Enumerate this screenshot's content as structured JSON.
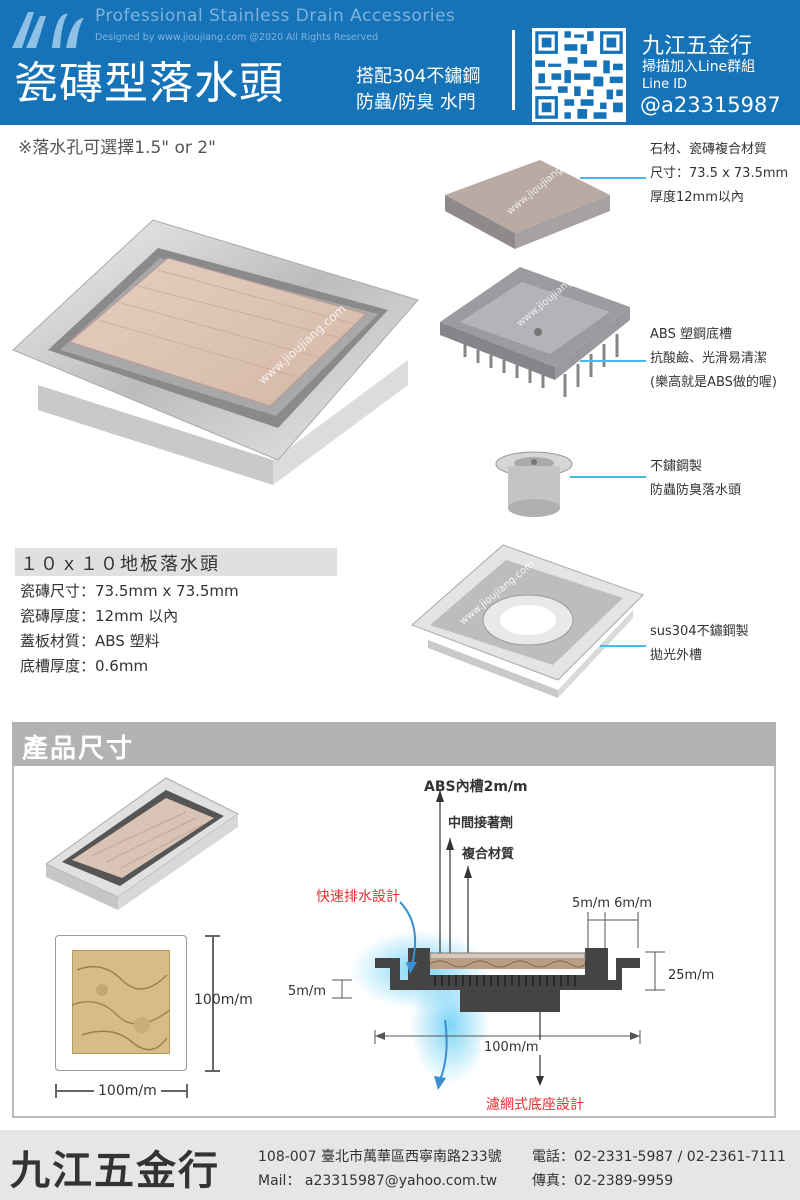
{
  "header": {
    "tagline": "Professional Stainless Drain Accessories",
    "credit": "Designed by www.jioujiang.com @2020  All Rights Reserved",
    "title": "瓷磚型落水頭",
    "subtitle_1": "搭配304不鏽鋼",
    "subtitle_2": "防蟲/防臭 水門",
    "shop_name": "九江五金行",
    "line_join": "掃描加入Line群組",
    "line_id_label": "Line ID",
    "line_id": "@a23315987"
  },
  "note": "※落水孔可選擇1.5\" or 2\"",
  "watermark": "www.jioujiang.com",
  "components": [
    {
      "lines": [
        "石材、瓷磚複合材質",
        "尺寸：73.5 x 73.5mm",
        "厚度12mm以內"
      ]
    },
    {
      "lines": [
        "ABS 塑鋼底槽",
        "抗酸鹼、光滑易清潔",
        "(樂高就是ABS做的喔)"
      ]
    },
    {
      "lines": [
        "不鏽鋼製",
        "防蟲防臭落水頭"
      ]
    },
    {
      "lines": [
        "sus304不鏽鋼製",
        "拋光外槽"
      ]
    }
  ],
  "spec": {
    "title": "１０ｘ１０地板落水頭",
    "rows": [
      "瓷磚尺寸：73.5mm x 73.5mm",
      "瓷磚厚度：12mm 以內",
      "蓋板材質：ABS 塑料",
      "底槽厚度：0.6mm"
    ]
  },
  "dimensions": {
    "title": "產品尺寸",
    "height_label": "100m/m",
    "width_label": "100m/m",
    "abs_label": "ABS內槽2m/m",
    "adhesive_label": "中間接著劑",
    "composite_label": "複合材質",
    "drain_design": "快速排水設計",
    "spacing_label": "5m/m 6m/m",
    "depth_left": "5m/m",
    "depth_right": "25m/m",
    "section_width": "100m/m",
    "filter_design": "濾網式底座設計"
  },
  "footer": {
    "name": "九江五金行",
    "address": "108-007 臺北市萬華區西寧南路233號",
    "phone": "電話：02-2331-5987 / 02-2361-7111",
    "mail": "Mail： a23315987@yahoo.com.tw",
    "fax": "傳真：02-2389-9959"
  },
  "colors": {
    "header_blue": "#1673b8",
    "callout_cyan": "#4bb8e8",
    "accent_red": "#e53030",
    "panel_grey": "#b3b3b3"
  }
}
